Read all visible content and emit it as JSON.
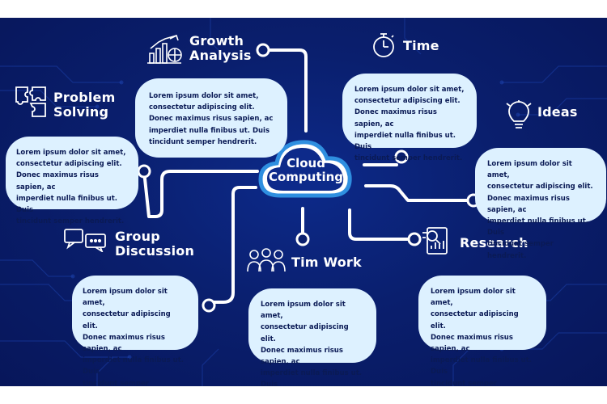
{
  "center": {
    "line1": "Cloud",
    "line2": "Computing"
  },
  "nodes": {
    "growth": {
      "title1": "Growth",
      "title2": "Analysis"
    },
    "time": {
      "title1": "Time"
    },
    "problem": {
      "title1": "Problem",
      "title2": "Solving"
    },
    "ideas": {
      "title1": "Ideas"
    },
    "group": {
      "title1": "Group",
      "title2": "Discussion"
    },
    "research": {
      "title1": "Research"
    },
    "timwork": {
      "title1": "Tim Work"
    }
  },
  "body_text": [
    "Lorem ipsum dolor sit amet,",
    "consectetur adipiscing elit.",
    "Donec maximus risus sapien, ac",
    "imperdiet nulla finibus ut. Duis",
    "tincidunt semper hendrerit."
  ],
  "icons": {
    "growth": "bar-chart-globe-icon",
    "time": "stopwatch-icon",
    "problem": "puzzle-icon",
    "ideas": "lightbulb-icon",
    "group": "chat-bubbles-icon",
    "research": "report-magnifier-icon",
    "timwork": "team-people-icon",
    "center": "cloud-icon"
  },
  "colors": {
    "background": "#0a1f6e",
    "bubble": "#ddf1ff",
    "accent": "#2f8fe0",
    "text_dark": "#0a1a55"
  }
}
